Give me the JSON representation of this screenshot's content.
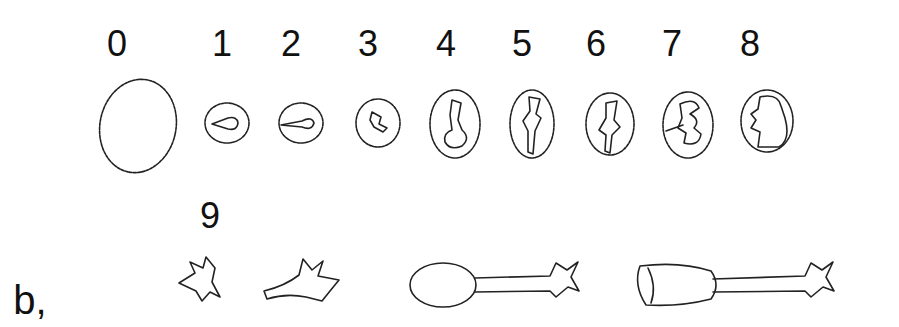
{
  "diagram": {
    "labels": [
      "0",
      "1",
      "2",
      "3",
      "4",
      "5",
      "6",
      "7",
      "8",
      "9",
      "b,"
    ]
  }
}
